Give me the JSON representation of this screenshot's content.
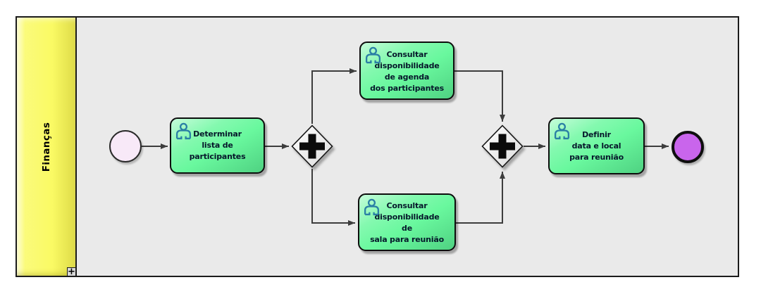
{
  "colors": {
    "canvas_bg": "#EAEAEA",
    "lane_fill": "#FAFA64",
    "task_fill": "#69F89E",
    "start_event_fill": "#F8E9F8",
    "end_event_fill": "#C965EC",
    "flow_line": "#3D3D3D",
    "person_icon": "#2A7FA5",
    "text": "#06182B"
  },
  "lane": {
    "label": "Finanças",
    "expand_symbol": "+"
  },
  "nodes": {
    "start_event": {
      "kind": "start-event"
    },
    "end_event": {
      "kind": "end-event"
    },
    "gateway_split": {
      "kind": "parallel-gateway",
      "marker": "plus"
    },
    "gateway_join": {
      "kind": "parallel-gateway",
      "marker": "plus"
    },
    "tasks": [
      {
        "name": "determinar-lista-de-participantes",
        "lines": [
          "Determinar",
          "lista de",
          "participantes"
        ]
      },
      {
        "name": "consultar-disponibilidade-de-agenda-dos-participantes",
        "lines": [
          "Consultar",
          "disponibilidade",
          "de agenda",
          "dos participantes"
        ]
      },
      {
        "name": "consultar-disponibilidade-de-sala-para-reuniao",
        "lines": [
          "Consultar",
          "disponibilidade",
          "de",
          "sala para reunião"
        ]
      },
      {
        "name": "definir-data-e-local-para-reuniao",
        "lines": [
          "Definir",
          "data e local",
          "para reunião"
        ]
      }
    ]
  }
}
